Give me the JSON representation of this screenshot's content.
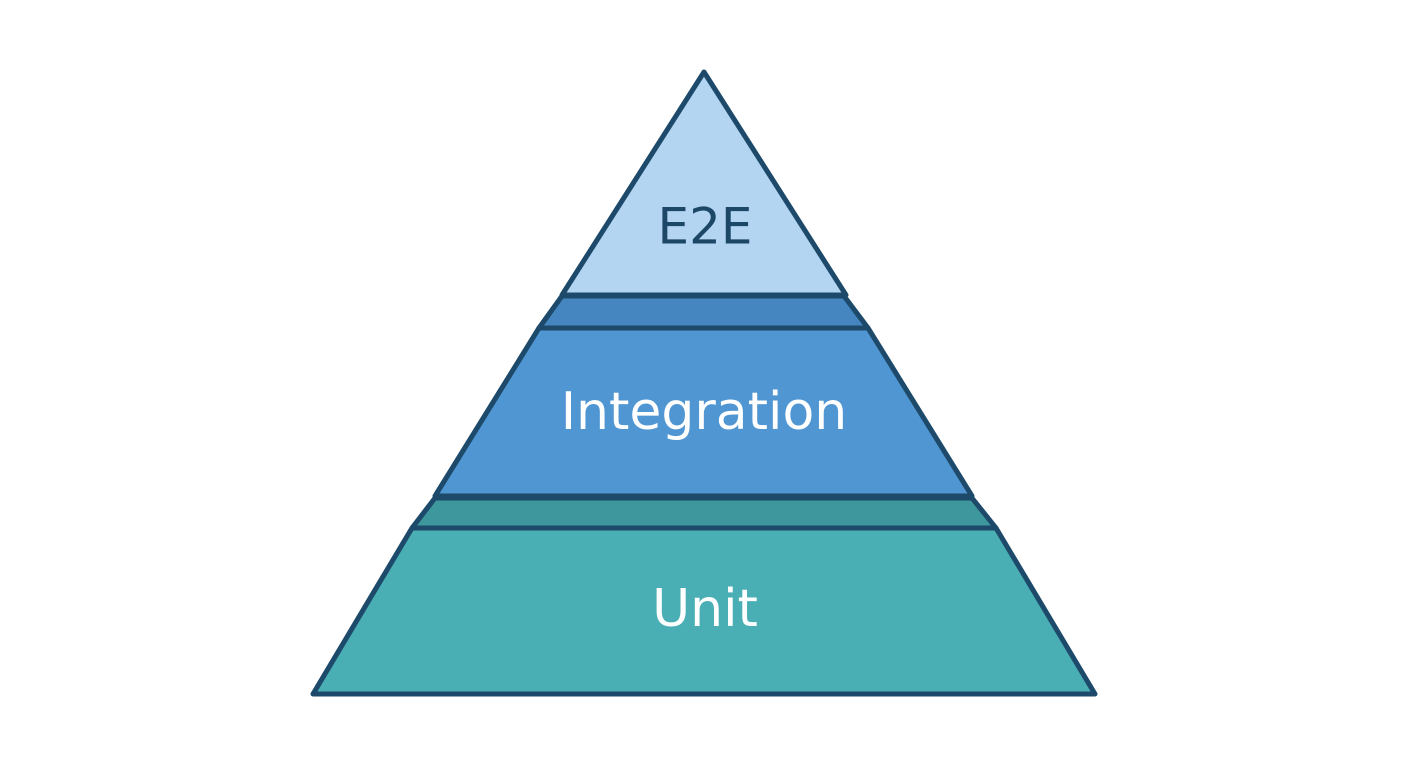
{
  "diagram": {
    "tiers": [
      {
        "id": "top",
        "label": "E2E",
        "fill": "#b3d5f2",
        "text_color": "#1c4766"
      },
      {
        "id": "middle",
        "label": "Integration",
        "fill": "#5096d2",
        "connector_fill": "#4586c0",
        "text_color": "#ffffff"
      },
      {
        "id": "bottom",
        "label": "Unit",
        "fill": "#4aaeb5",
        "connector_fill": "#3e979c",
        "text_color": "#ffffff"
      }
    ],
    "stroke_color": "#1d4a6a"
  }
}
